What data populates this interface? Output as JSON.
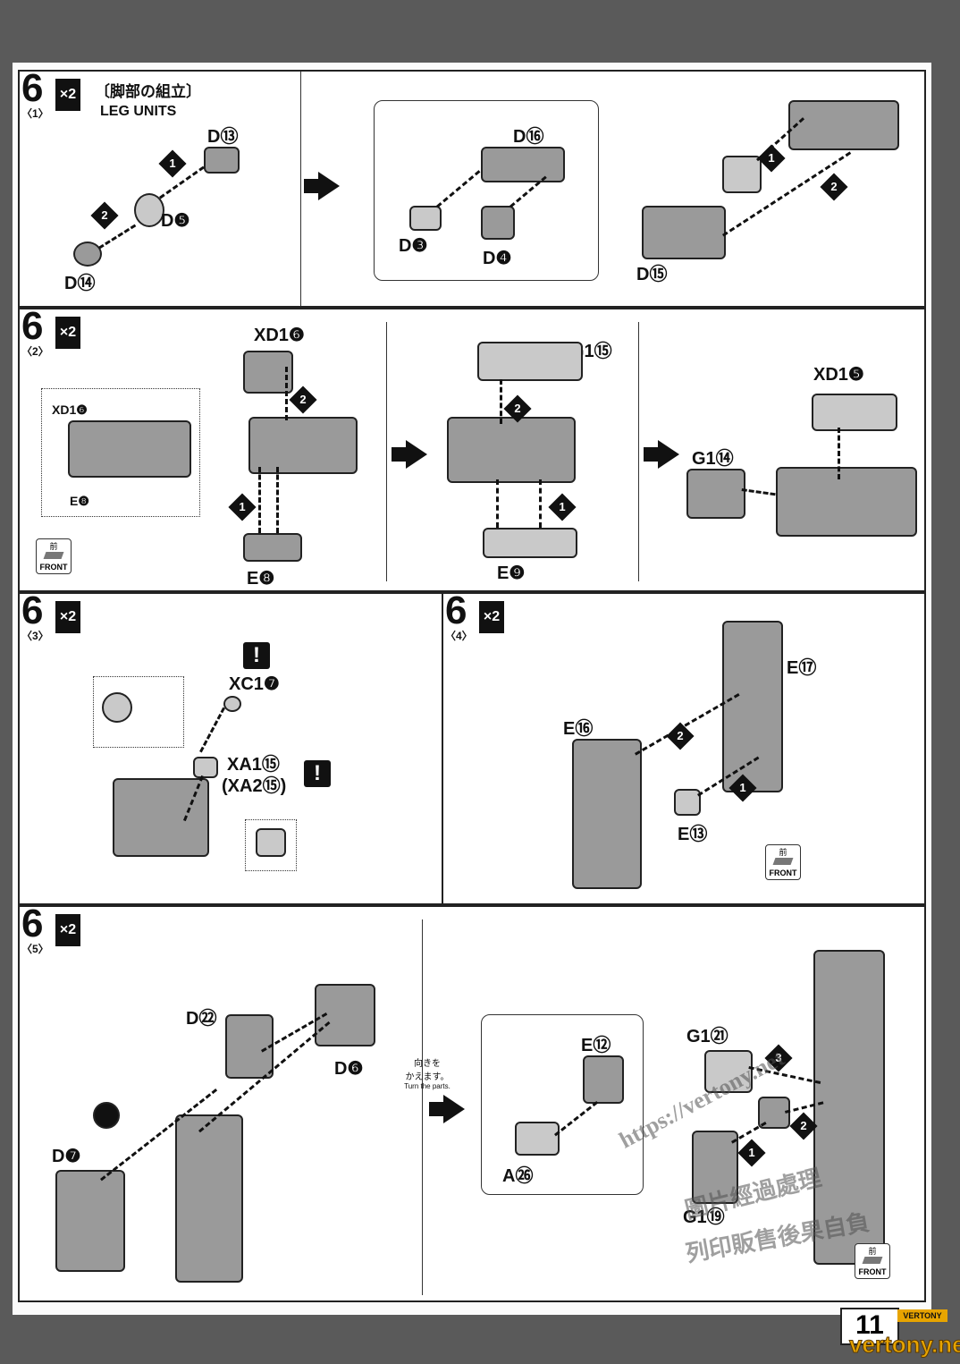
{
  "page_number": "11",
  "brand": {
    "logo": "VERTONY",
    "url": "vertony.net"
  },
  "watermark": {
    "line1": "https://vertony.net",
    "line2": "圖片經過處理",
    "line3": "列印販售後果自負"
  },
  "steps": [
    {
      "id": "6-1",
      "number": "6",
      "sub": "〈1〉",
      "multiplier": "×2",
      "title_jp": "〔脚部の組立〕",
      "title_en": "LEG UNITS",
      "labels": [
        "D⑬",
        "D❺",
        "D⑭",
        "D⑯",
        "D❸",
        "D❹",
        "D⑮"
      ],
      "order_marks": [
        "1",
        "2",
        "1",
        "2"
      ]
    },
    {
      "id": "6-2",
      "number": "6",
      "sub": "〈2〉",
      "multiplier": "×2",
      "labels": [
        "XD1❻",
        "XD1❻",
        "E❽",
        "E❽",
        "G1⑮",
        "E❾",
        "XD1❺",
        "G1⑭"
      ],
      "order_marks": [
        "2",
        "1",
        "2",
        "1"
      ],
      "front_icon": {
        "jp": "前",
        "en": "FRONT"
      }
    },
    {
      "id": "6-3",
      "number": "6",
      "sub": "〈3〉",
      "multiplier": "×2",
      "labels": [
        "XC1❼",
        "XA1⑮",
        "(XA2⑮)"
      ],
      "warnings": [
        "!",
        "!"
      ]
    },
    {
      "id": "6-4",
      "number": "6",
      "sub": "〈4〉",
      "multiplier": "×2",
      "labels": [
        "E⑰",
        "E⑯",
        "E⑬"
      ],
      "order_marks": [
        "2",
        "1"
      ],
      "front_icon": {
        "jp": "前",
        "en": "FRONT"
      }
    },
    {
      "id": "6-5",
      "number": "6",
      "sub": "〈5〉",
      "multiplier": "×2",
      "labels": [
        "D㉒",
        "D❻",
        "D❼",
        "E⑫",
        "A㉖",
        "G1㉑",
        "G1⑲"
      ],
      "order_marks": [
        "3",
        "2",
        "1"
      ],
      "note_jp": "向きを\nかえます。",
      "note_en": "Turn the parts.",
      "front_icon": {
        "jp": "前",
        "en": "FRONT"
      }
    }
  ]
}
